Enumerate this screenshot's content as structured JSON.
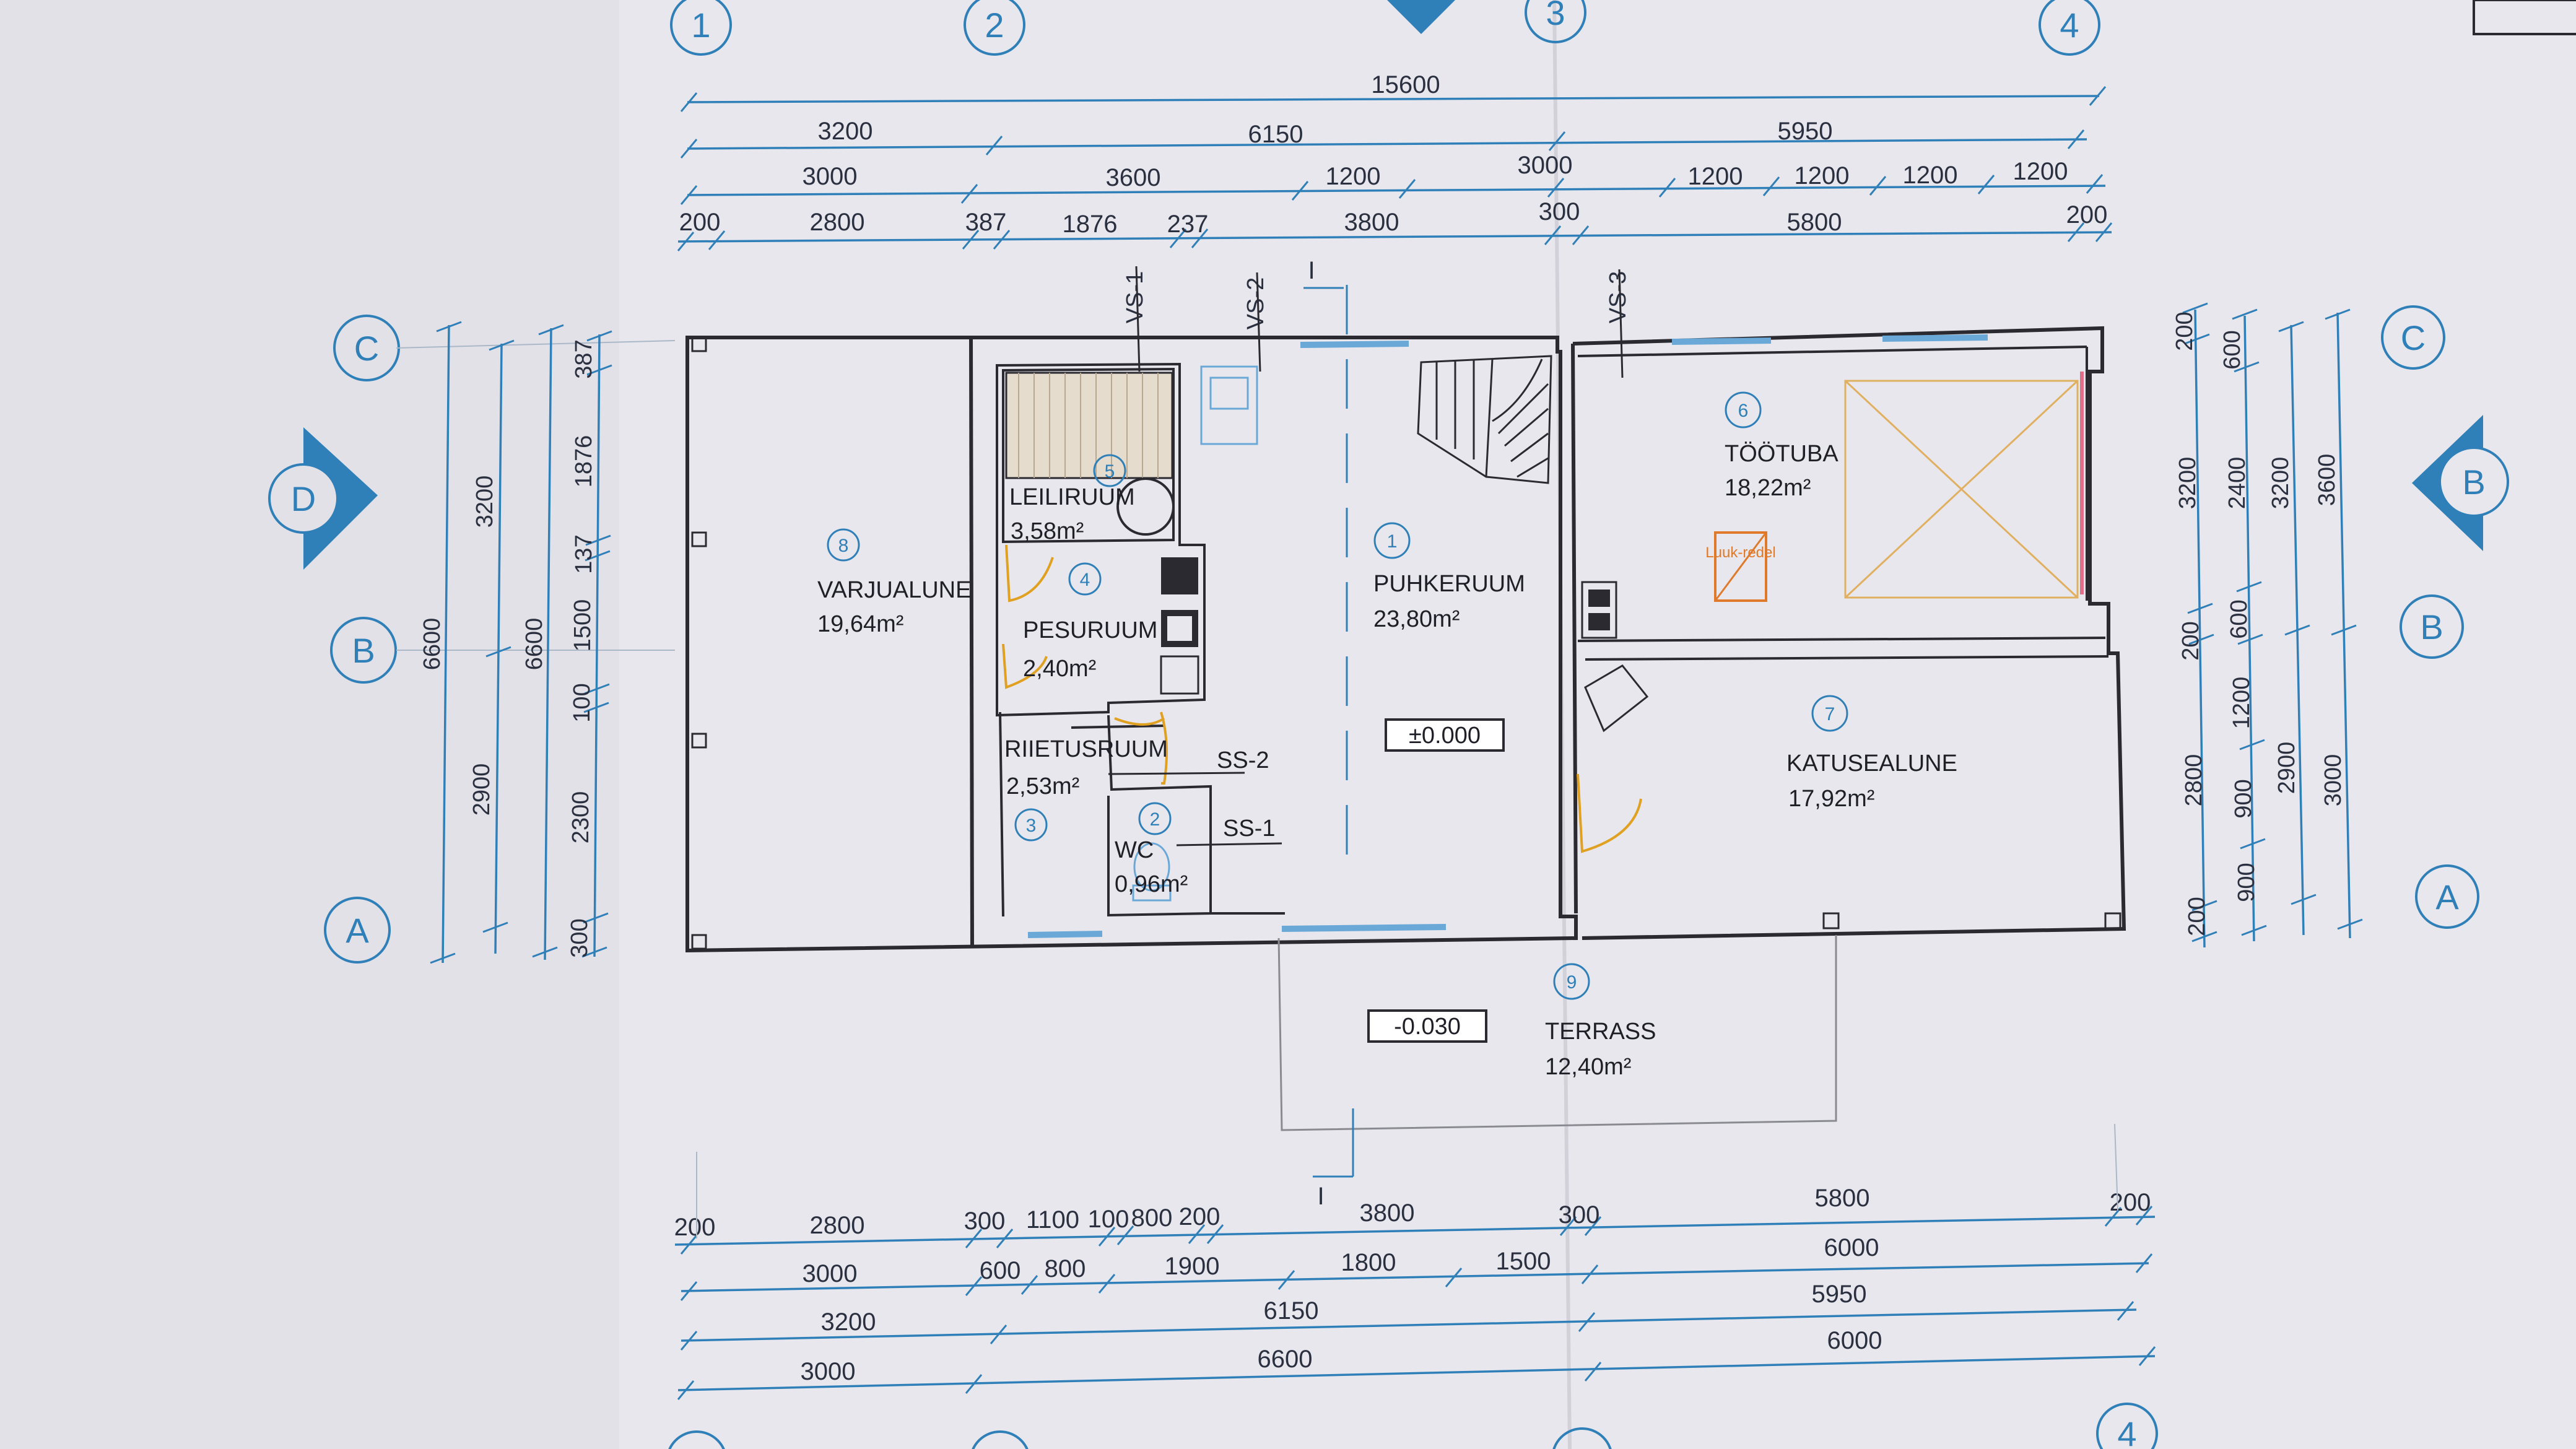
{
  "top_dims": {
    "row1": [
      "15600"
    ],
    "row2": [
      "3200",
      "6150",
      "5950"
    ],
    "row3": [
      "3000",
      "3600",
      "1200",
      "3000",
      "1200",
      "1200",
      "1200",
      "1200"
    ],
    "row4": [
      "200",
      "2800",
      "387",
      "1876",
      "237",
      "3800",
      "300",
      "5800",
      "200"
    ]
  },
  "bottom_dims": {
    "row1": [
      "200",
      "2800",
      "300",
      "1100",
      "100",
      "800",
      "200",
      "3800",
      "300",
      "5800",
      "200"
    ],
    "row2": [
      "3000",
      "600",
      "800",
      "1900",
      "1800",
      "1500",
      "6000"
    ],
    "row3": [
      "3200",
      "6150",
      "5950"
    ],
    "row4": [
      "3000",
      "6600",
      "6000"
    ]
  },
  "left_dims": {
    "outer": "6600",
    "second": "6600",
    "third": [
      "3200",
      "2900"
    ],
    "fourth": [
      "387",
      "1876",
      "137",
      "1500",
      "100",
      "2300",
      "300"
    ]
  },
  "right_dims": {
    "col1": [
      "200",
      "3200",
      "200",
      "2800",
      "200"
    ],
    "col2": [
      "600",
      "2400",
      "600",
      "1200",
      "900",
      "900"
    ],
    "col3": [
      "3200",
      "2900"
    ],
    "col4": [
      "3600",
      "3000"
    ]
  },
  "grid_axes": {
    "columns": [
      "1",
      "2",
      "3",
      "4"
    ],
    "rows_left": [
      "C",
      "B",
      "A"
    ],
    "rows_right": [
      "C",
      "B",
      "A"
    ],
    "section_markers": [
      "D",
      "B"
    ]
  },
  "rooms": [
    {
      "num": "8",
      "name": "VARJUALUNE",
      "area": "19,64m²"
    },
    {
      "num": "5",
      "name": "LEILIRUUM",
      "area": "3,58m²"
    },
    {
      "num": "4",
      "name": "PESURUUM",
      "area": "2,40m²"
    },
    {
      "num": "3",
      "name": "RIIETUSRUUM",
      "area": "2,53m²"
    },
    {
      "num": "2",
      "name": "WC",
      "area": "0,96m²"
    },
    {
      "num": "1",
      "name": "PUHKERUUM",
      "area": "23,80m²"
    },
    {
      "num": "6",
      "name": "TÖÖTUBA",
      "area": "18,22m²"
    },
    {
      "num": "7",
      "name": "KATUSEALUNE",
      "area": "17,92m²"
    },
    {
      "num": "9",
      "name": "TERRASS",
      "area": "12,40m²"
    }
  ],
  "levels": [
    "±0.000",
    "-0.030"
  ],
  "labels": {
    "vs1": "VS-1",
    "vs2": "VS-2",
    "vs3": "VS-3",
    "ss1": "SS-1",
    "ss2": "SS-2",
    "section_cut": "I",
    "luuk": "Luuk-redel"
  }
}
